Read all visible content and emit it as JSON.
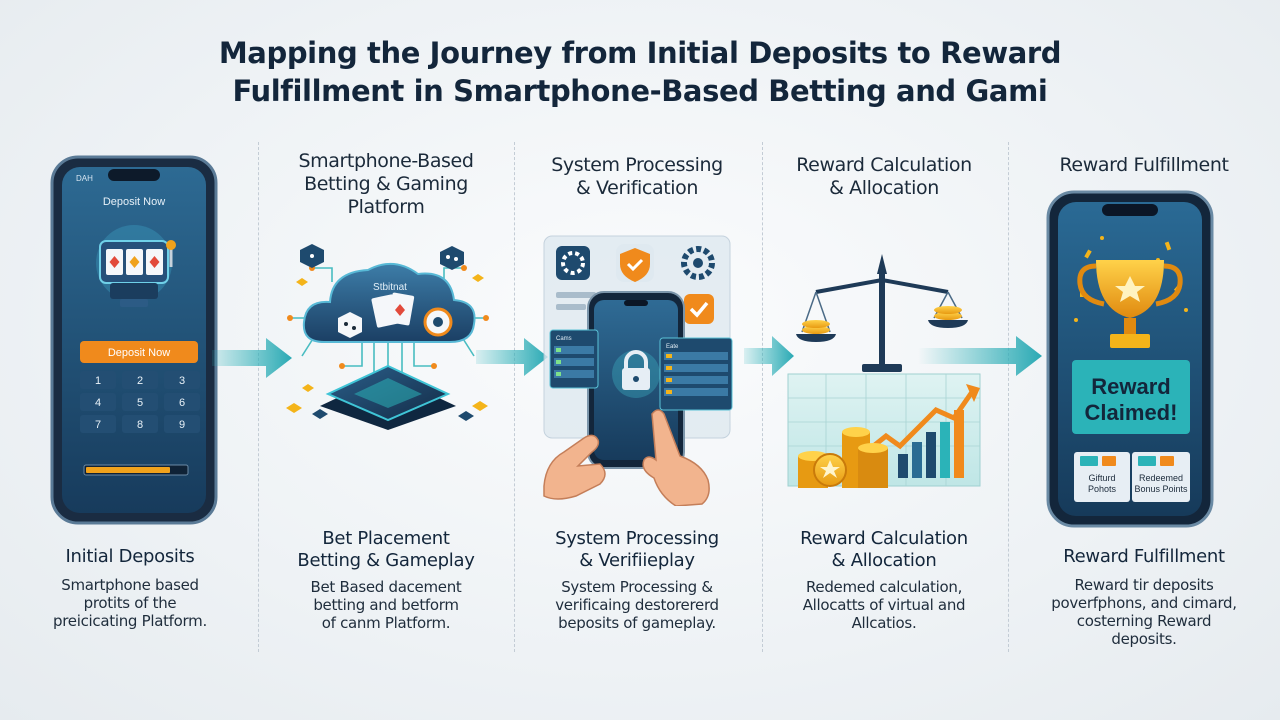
{
  "title": {
    "line1": "Mapping the Journey from Initial Deposits to Reward",
    "line2": "Fulfillment in Smartphone-Based Betting and Gami"
  },
  "steps": [
    {
      "heading": [
        "Initial Deposits"
      ],
      "description": [
        "Smartphone based",
        "protits of the",
        "preicicating Platform."
      ],
      "phone": {
        "status": "DAH",
        "title": "Deposit Now",
        "button": "Deposit Now",
        "keypad": [
          "1",
          "2",
          "3",
          "4",
          "5",
          "6",
          "7",
          "8",
          "9"
        ]
      }
    },
    {
      "top_title": [
        "Smartphone-Based",
        "Betting & Gaming",
        "Platform"
      ],
      "cloud_label": "Stbitnat",
      "heading": [
        "Bet Placement",
        "Betting & Gameplay"
      ],
      "description": [
        "Bet Based dacement",
        "betting and betform",
        "of canm Platform."
      ]
    },
    {
      "top_title": [
        "System Processing",
        "& Verification"
      ],
      "panel_left_title": "Cams",
      "panel_right_title": "Eate",
      "heading": [
        "System Processing",
        "& Verifiieplay"
      ],
      "description": [
        "System Processing &",
        "verificaing destorererd",
        "beposits of gameplay."
      ]
    },
    {
      "top_title": [
        "Reward Calculation",
        "& Allocation"
      ],
      "heading": [
        "Reward Calculation",
        "& Allocation"
      ],
      "description": [
        "Redemed calculation,",
        "Allocatts of virtual and",
        "Allcatios."
      ]
    },
    {
      "top_title": [
        "Reward Fulfillment"
      ],
      "phone": {
        "banner_line1": "Reward",
        "banner_line2": "Claimed!",
        "card1_line1": "Gifturd",
        "card1_line2": "Pohots",
        "card2_line1": "Redeemed",
        "card2_line2": "Bonus Points"
      },
      "heading": [
        "Reward Fulfillment"
      ],
      "description": [
        "Reward tir deposits",
        "poverfphons, and cimard,",
        "costerning Reward",
        "deposits."
      ]
    }
  ],
  "colors": {
    "navy": "#13263b",
    "teal": "#2bb3b8",
    "orange": "#f08a1c",
    "gold": "#f4b41a",
    "phone_screen": "#1e4a6e"
  }
}
